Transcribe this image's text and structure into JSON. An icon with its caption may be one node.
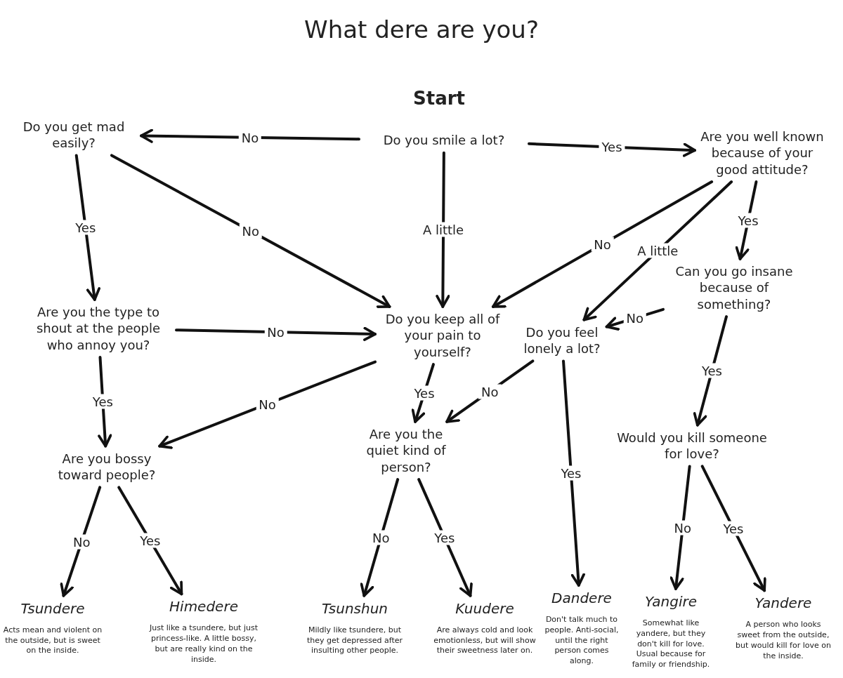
{
  "diagram": {
    "title": "What dere are you?",
    "nodes": [
      {
        "text": [
          "Do you smile a lot?"
        ]
      },
      {
        "text": [
          "Do you get mad easily?"
        ]
      },
      {
        "text": [
          "Are you well known because of your good attitude?"
        ]
      },
      {
        "text": [
          "Are you the type to shout at the people who annoy you?"
        ]
      },
      {
        "text": [
          "Do you keep all of your pain to yourself?"
        ]
      },
      {
        "text": [
          "Do you feel lonely a lot?"
        ]
      },
      {
        "text": [
          "Can you go insane because of something?"
        ]
      },
      {
        "text": [
          "Are you bossy toward people?"
        ]
      },
      {
        "text": [
          "Are you the quiet kind of person?"
        ]
      },
      {
        "text": [
          "Would you kill someone for love?"
        ]
      },
      {
        "text": [
          "Tsundere",
          "Acts mean and violent on the outside, but is sweet on the inside."
        ]
      },
      {
        "text": [
          "Himedere",
          "Just like a tsundere, but just princess-like. A little bossy, but are really kind on the inside."
        ]
      },
      {
        "text": [
          "Tsunshun",
          "Mildly like tsundere, but they get depressed after insulting other people."
        ]
      },
      {
        "text": [
          "Kuudere",
          "Are always cold and look emotionless, but will show their sweetness later on."
        ]
      },
      {
        "text": [
          "Dandere",
          "Don't talk much to people. Anti-social, until the right person comes along."
        ]
      },
      {
        "text": [
          "Yangire",
          "Somewhat like yandere, but they don't kill for love. Usual because for family or friendship."
        ]
      },
      {
        "text": [
          "Yandere",
          "A person who looks sweet from the outside, but would kill for love on the inside."
        ]
      }
    ],
    "edges": [
      {
        "from": 0,
        "to": 1,
        "arrow": "to",
        "label": "No"
      },
      {
        "from": 0,
        "to": 2,
        "arrow": "to",
        "label": "Yes"
      },
      {
        "from": 0,
        "to": 4,
        "arrow": "to",
        "label": "A little"
      },
      {
        "from": 1,
        "to": 3,
        "arrow": "to",
        "label": "Yes"
      },
      {
        "from": 1,
        "to": 4,
        "arrow": "to",
        "label": "No"
      },
      {
        "from": 2,
        "to": 4,
        "arrow": "to",
        "label": "No"
      },
      {
        "from": 2,
        "to": 5,
        "arrow": "to",
        "label": "A little"
      },
      {
        "from": 2,
        "to": 6,
        "arrow": "to",
        "label": "Yes"
      },
      {
        "from": 3,
        "to": 4,
        "arrow": "to",
        "label": "No"
      },
      {
        "from": 3,
        "to": 7,
        "arrow": "to",
        "label": "Yes"
      },
      {
        "from": 4,
        "to": 7,
        "arrow": "to",
        "label": "No"
      },
      {
        "from": 4,
        "to": 8,
        "arrow": "to",
        "label": "Yes"
      },
      {
        "from": 6,
        "to": 5,
        "arrow": "to",
        "label": "No"
      },
      {
        "from": 6,
        "to": 9,
        "arrow": "to",
        "label": "Yes"
      },
      {
        "from": 5,
        "to": 8,
        "arrow": "to",
        "label": "No"
      },
      {
        "from": 5,
        "to": 14,
        "arrow": "to",
        "label": "Yes"
      },
      {
        "from": 7,
        "to": 10,
        "arrow": "to",
        "label": "No"
      },
      {
        "from": 7,
        "to": 11,
        "arrow": "to",
        "label": "Yes"
      },
      {
        "from": 8,
        "to": 12,
        "arrow": "to",
        "label": "No"
      },
      {
        "from": 8,
        "to": 13,
        "arrow": "to",
        "label": "Yes"
      },
      {
        "from": 9,
        "to": 15,
        "arrow": "to",
        "label": "No"
      },
      {
        "from": 9,
        "to": 16,
        "arrow": "to",
        "label": "Yes"
      }
    ],
    "labels": [
      "Start"
    ]
  }
}
